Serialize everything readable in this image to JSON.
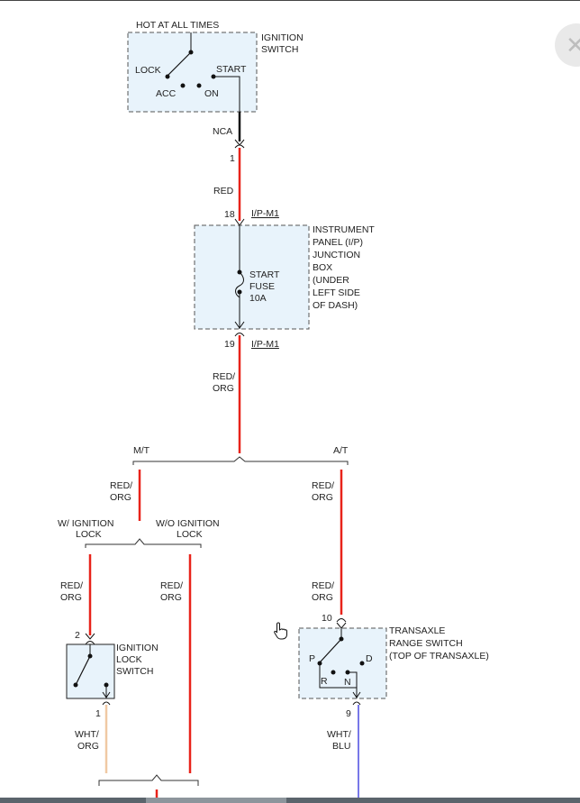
{
  "labels": {
    "hot_at_all_times": "HOT AT ALL TIMES",
    "ignition_switch_1": "IGNITION",
    "ignition_switch_2": "SWITCH",
    "lock": "LOCK",
    "start": "START",
    "acc": "ACC",
    "on": "ON",
    "nca": "NCA",
    "pin_1": "1",
    "red": "RED",
    "pin_18": "18",
    "connector_ipm1_top": "I/P-M1",
    "jb_1": "INSTRUMENT",
    "jb_2": "PANEL (I/P)",
    "jb_3": "JUNCTION",
    "jb_4": "BOX",
    "jb_5": "(UNDER",
    "jb_6": "LEFT SIDE",
    "jb_7": "OF DASH)",
    "fuse_1": "START",
    "fuse_2": "FUSE",
    "fuse_3": "10A",
    "pin_19": "19",
    "connector_ipm1_bottom": "I/P-M1",
    "red_org_a1": "RED/",
    "red_org_a2": "ORG",
    "mt": "M/T",
    "at": "A/T",
    "red_org_b1": "RED/",
    "red_org_b2": "ORG",
    "red_org_c1": "RED/",
    "red_org_c2": "ORG",
    "w_ign_lock_1": "W/ IGNITION",
    "w_ign_lock_2": "LOCK",
    "wo_ign_lock_1": "W/O IGNITION",
    "wo_ign_lock_2": "LOCK",
    "red_org_d1": "RED/",
    "red_org_d2": "ORG",
    "red_org_e1": "RED/",
    "red_org_e2": "ORG",
    "red_org_f1": "RED/",
    "red_org_f2": "ORG",
    "pin_2": "2",
    "ign_lock_sw_1": "IGNITION",
    "ign_lock_sw_2": "LOCK",
    "ign_lock_sw_3": "SWITCH",
    "pin_1b": "1",
    "wht_org_1": "WHT/",
    "wht_org_2": "ORG",
    "pin_10": "10",
    "trs_1": "TRANSAXLE",
    "trs_2": "RANGE SWITCH",
    "trs_3": "(TOP OF TRANSAXLE)",
    "p": "P",
    "d": "D",
    "r": "R",
    "n": "N",
    "pin_9": "9",
    "wht_blu_1": "WHT/",
    "wht_blu_2": "BLU"
  },
  "colors": {
    "wire_red": "#e8231a",
    "wire_black": "#111111",
    "wire_tan": "#f0c9a4",
    "wire_blue": "#4a4ae0",
    "component_fill": "#e8f3fb",
    "border_dash": "#555555"
  },
  "icons": {
    "close": "close-icon",
    "cursor": "hand-cursor-icon"
  }
}
